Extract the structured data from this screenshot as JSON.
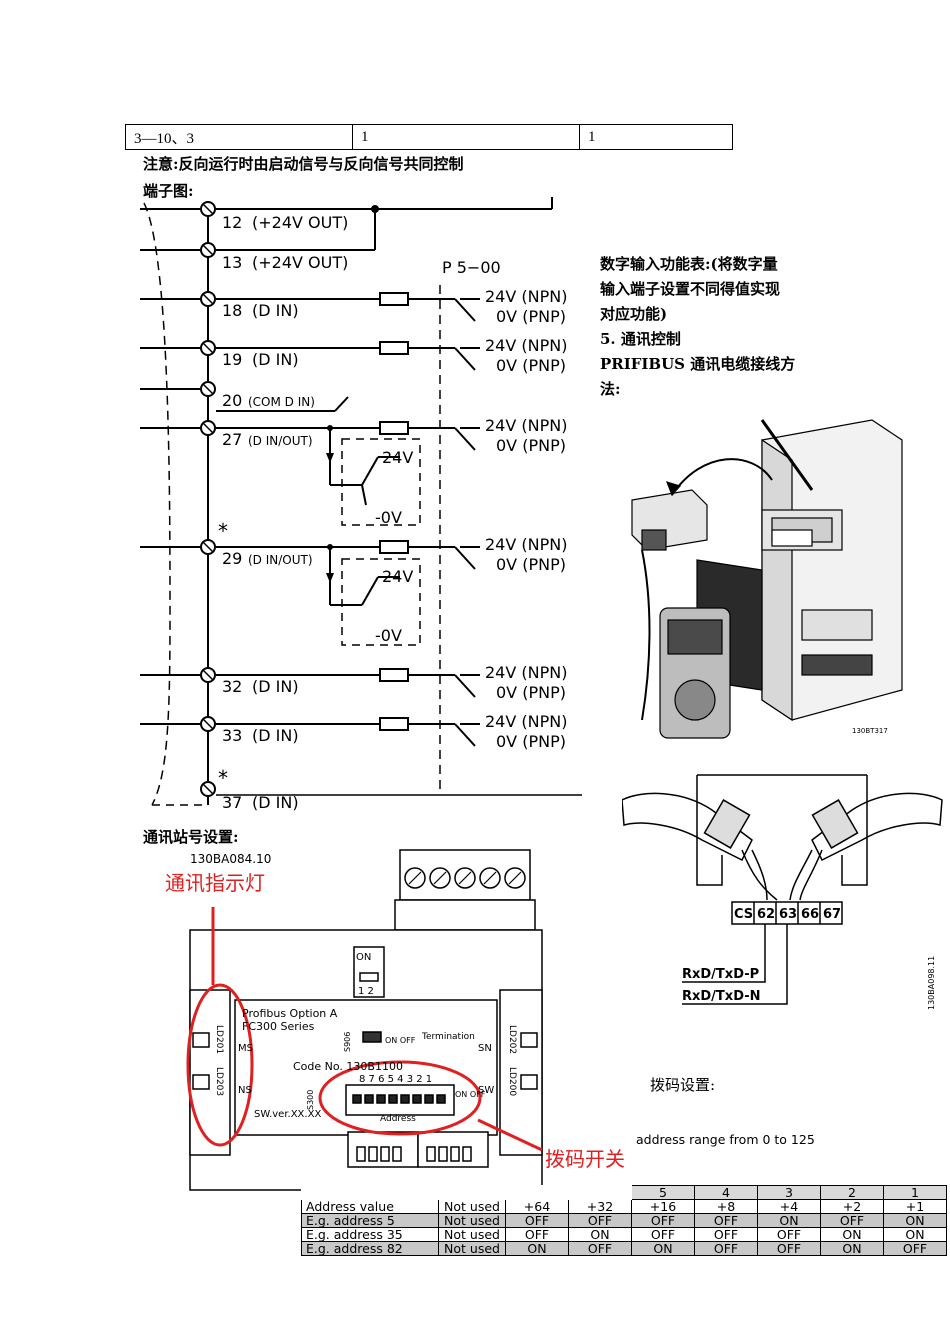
{
  "top_table": {
    "cells": [
      "3—10、3",
      "1",
      "1"
    ]
  },
  "notes": {
    "caution": "注意:反向运行时由启动信号与反向信号共同控制",
    "terminal_title": "端子图:",
    "station_title": "通讯站号设置:"
  },
  "right_text": {
    "line1": "数字输入功能表:(将数字量",
    "line2": "输入端子设置不同得值实现",
    "line3": "对应功能)",
    "line4": "5.    通讯控制",
    "line5": "PRIFIBUS 通讯电缆接线方",
    "line6": "法:"
  },
  "terminal_diagram": {
    "p_label": "P 5−00",
    "terminals": [
      {
        "num": "12",
        "desc": "(+24V OUT)"
      },
      {
        "num": "13",
        "desc": "(+24V OUT)"
      },
      {
        "num": "18",
        "desc": "(D IN)"
      },
      {
        "num": "19",
        "desc": "(D IN)"
      },
      {
        "num": "20",
        "desc": "(COM D IN)"
      },
      {
        "num": "27",
        "desc": "(D IN/OUT)"
      },
      {
        "num": "29",
        "desc": "(D IN/OUT)"
      },
      {
        "num": "32",
        "desc": "(D IN)"
      },
      {
        "num": "33",
        "desc": "(D IN)"
      },
      {
        "num": "37",
        "desc": "(D IN)"
      }
    ],
    "npn": "24V (NPN)",
    "pnp": "0V (PNP)",
    "sw_24v": "24V",
    "sw_0v": "-0V",
    "star": "*"
  },
  "drive_figure": {
    "code": "130BT317"
  },
  "cable_figure": {
    "terminals": [
      "CS",
      "62",
      "63",
      "66",
      "67"
    ],
    "rxd_p": "RxD/TxD-P",
    "rxd_n": "RxD/TxD-N",
    "code": "130BA098.11"
  },
  "module_figure": {
    "code": "130BA084.10",
    "led_annotation": "通讯指示灯",
    "switch_annotation": "拨码开关",
    "on_label": "ON",
    "on_sub": "1 2",
    "title1": "Profibus Option A",
    "title2": "FC300 Series",
    "s906": "S906",
    "on_off": "ON OFF",
    "termination": "Termination",
    "code_no": "Code No. 130B1100",
    "dip_numbers": "8 7 6 5 4 3 2 1",
    "s300": "S300",
    "address": "Address",
    "ms": "MS",
    "ns": "NS",
    "sn": "SN",
    "sw": "SW",
    "ld201": "LD201",
    "ld203": "LD203",
    "ld202": "LD202",
    "ld200": "LD200",
    "sw_ver": "SW.ver.XX.XX"
  },
  "dip_text": {
    "title": "拨码设置:",
    "range": "address range from 0 to 125"
  },
  "address_table": {
    "header": [
      "",
      "",
      "",
      "",
      "5",
      "4",
      "3",
      "2",
      "1"
    ],
    "rows": [
      [
        "Address value",
        "Not used",
        "+64",
        "+32",
        "+16",
        "+8",
        "+4",
        "+2",
        "+1"
      ],
      [
        "E.g. address 5",
        "Not used",
        "OFF",
        "OFF",
        "OFF",
        "OFF",
        "ON",
        "OFF",
        "ON"
      ],
      [
        "E.g. address 35",
        "Not used",
        "OFF",
        "ON",
        "OFF",
        "OFF",
        "OFF",
        "ON",
        "ON"
      ],
      [
        "E.g. address 82",
        "Not used",
        "ON",
        "OFF",
        "ON",
        "OFF",
        "OFF",
        "ON",
        "OFF"
      ]
    ]
  },
  "colors": {
    "annotation_red": "#e02020",
    "line": "#000000"
  }
}
